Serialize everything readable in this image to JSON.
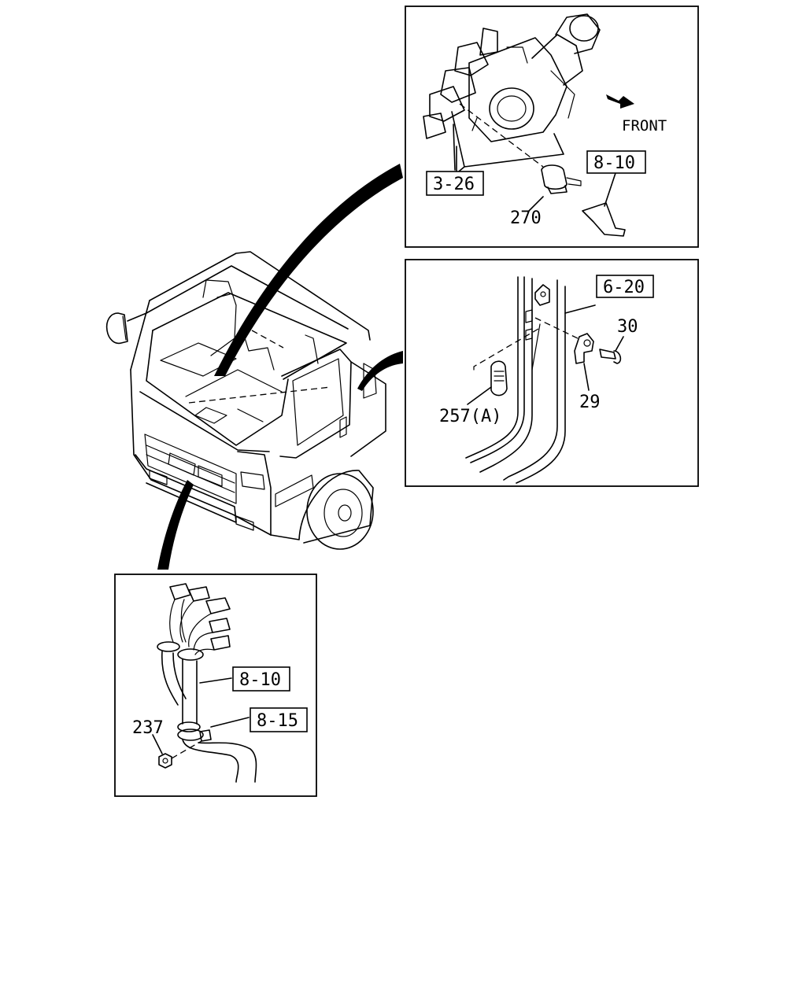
{
  "panels": {
    "top_right": {
      "direction_label": "FRONT",
      "ref_a": "3-26",
      "ref_b": "8-10",
      "part_a": "270"
    },
    "middle_right": {
      "ref_a": "6-20",
      "part_a": "30",
      "part_b": "29",
      "part_c": "257(A)"
    },
    "bottom_left": {
      "ref_a": "8-10",
      "ref_b": "8-15",
      "part_a": "237"
    }
  }
}
